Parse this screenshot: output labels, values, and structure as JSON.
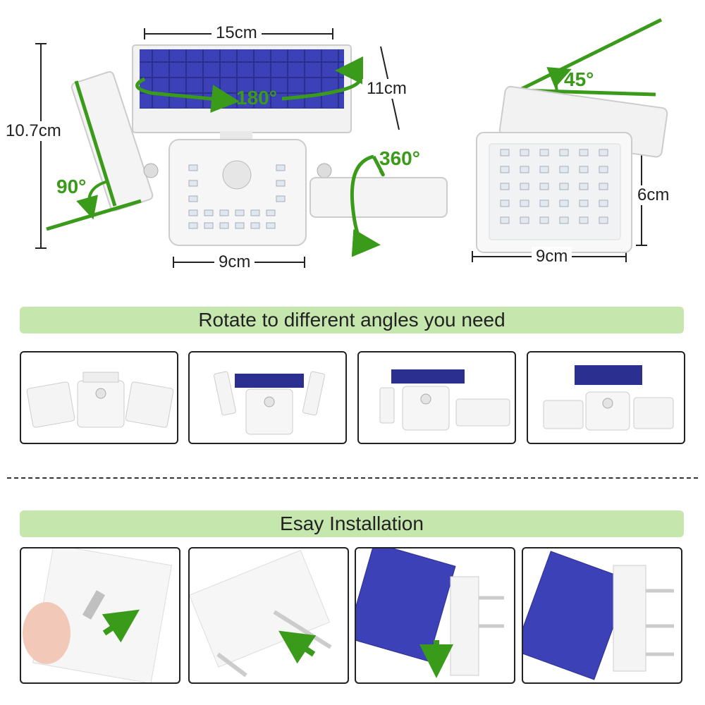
{
  "dimensions": {
    "width_top": "15cm",
    "height_side": "10.7cm",
    "panel_depth": "11cm",
    "width_bottom_left": "9cm",
    "height_right": "6cm",
    "width_bottom_right": "9cm"
  },
  "angles": {
    "tilt_panel": "180°",
    "side_left": "90°",
    "side_right": "360°",
    "top_right": "45°"
  },
  "sections": {
    "rotate_title": "Rotate to different angles you need",
    "install_title": "Esay Installation"
  },
  "colors": {
    "accent_green": "#3a9a1a",
    "banner_green": "#c5e6ad",
    "solar_blue": "#2b2f8f"
  }
}
